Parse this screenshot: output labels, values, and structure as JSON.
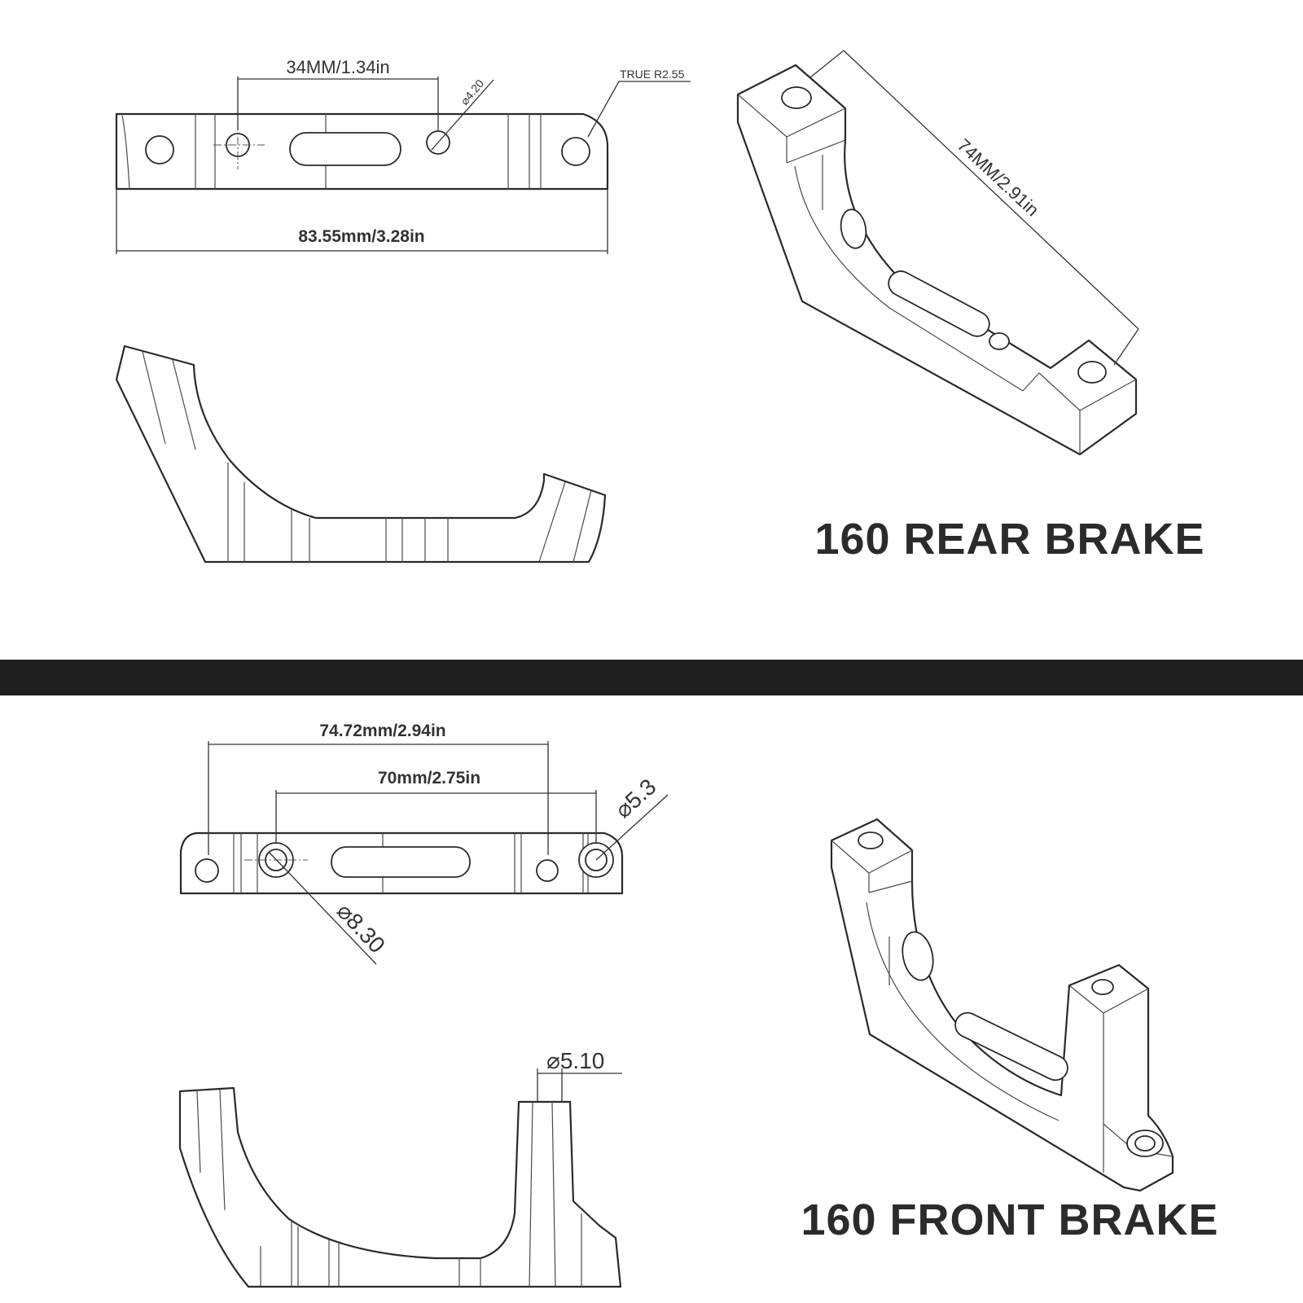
{
  "rear": {
    "title": "160 REAR BRAKE",
    "dim_hole_spacing": "34MM/1.34in",
    "dim_hole_diameter": "⌀4.20",
    "dim_radius": "TRUE R2.55",
    "dim_overall_length": "83.55mm/3.28in",
    "dim_iso_length": "74MM/2.91in"
  },
  "front": {
    "title": "160 FRONT BRAKE",
    "dim_outer_spacing": "74.72mm/2.94in",
    "dim_inner_spacing": "70mm/2.75in",
    "dim_small_hole": "⌀5.3",
    "dim_large_hole": "⌀8.30",
    "dim_post_diameter": "⌀5.10"
  },
  "colors": {
    "line": "#2a2a2a",
    "divider": "#1e1e1e",
    "background": "#ffffff"
  }
}
